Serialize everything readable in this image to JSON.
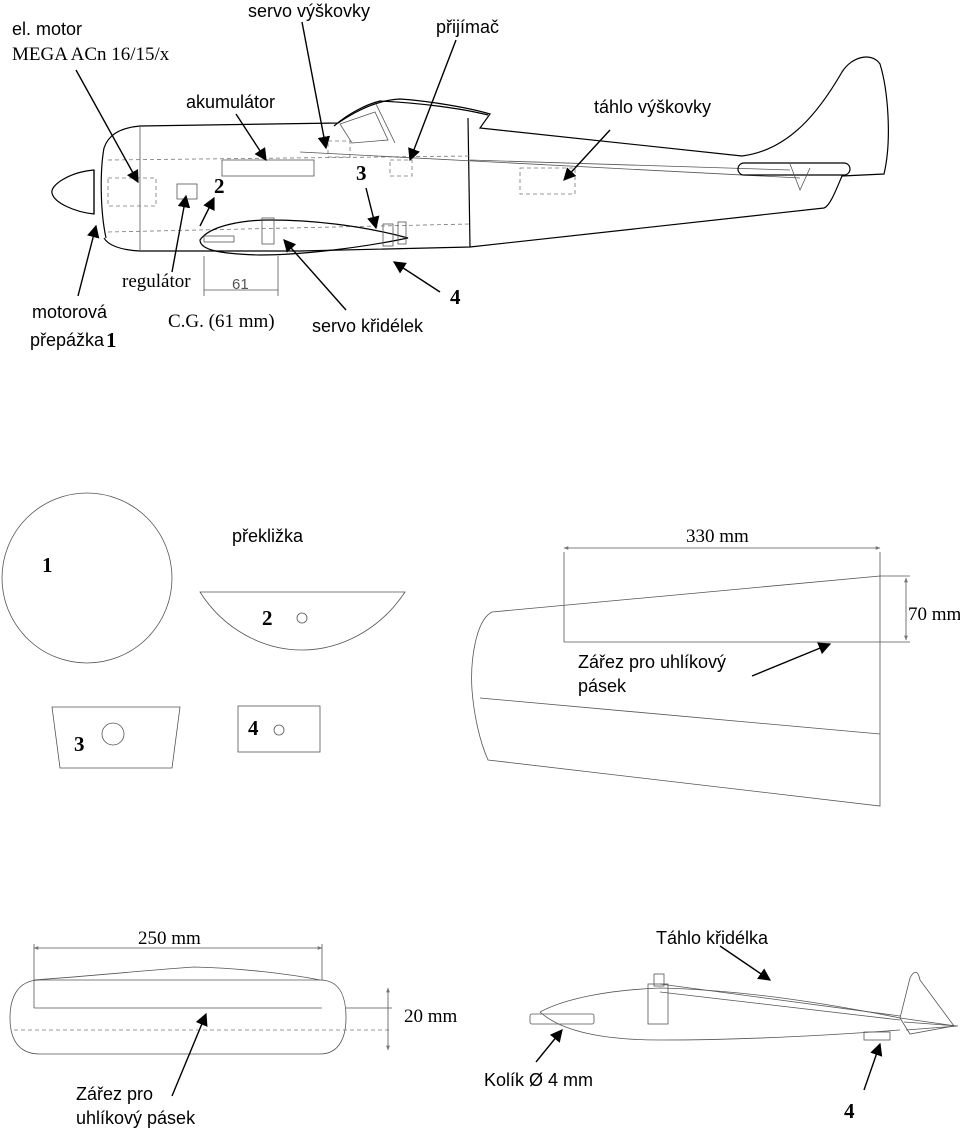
{
  "top": {
    "motor_line1": "el. motor",
    "motor_line2": "MEGA ACn 16/15/x",
    "servo_vyskovky": "servo výškovky",
    "prijimac": "přijímač",
    "akumulator": "akumulátor",
    "tahlo_vyskovky": "táhlo výškovky",
    "regulator": "regulátor",
    "prepazka_line1": "motorová",
    "prepazka_line2": "přepážka",
    "prepazka_num": "1",
    "cg": "C.G. (61 mm)",
    "servo_kridelek": "servo křidélek",
    "cg_dim": "61",
    "n2": "2",
    "n3": "3",
    "n4": "4"
  },
  "parts": {
    "p1": "1",
    "preklizka": "překližka",
    "p2": "2",
    "p3": "3",
    "p4": "4"
  },
  "wing": {
    "span": "330 mm",
    "chord": "70 mm",
    "slot_line1": "Zářez pro uhlíkový",
    "slot_line2": "pásek"
  },
  "tail": {
    "span": "250 mm",
    "thick": "20 mm",
    "slot_line1": "Zářez pro",
    "slot_line2": "uhlíkový pásek"
  },
  "side": {
    "tahlo_kridelka": "Táhlo křidélka",
    "kolik": "Kolík Ø 4 mm",
    "n4": "4"
  }
}
